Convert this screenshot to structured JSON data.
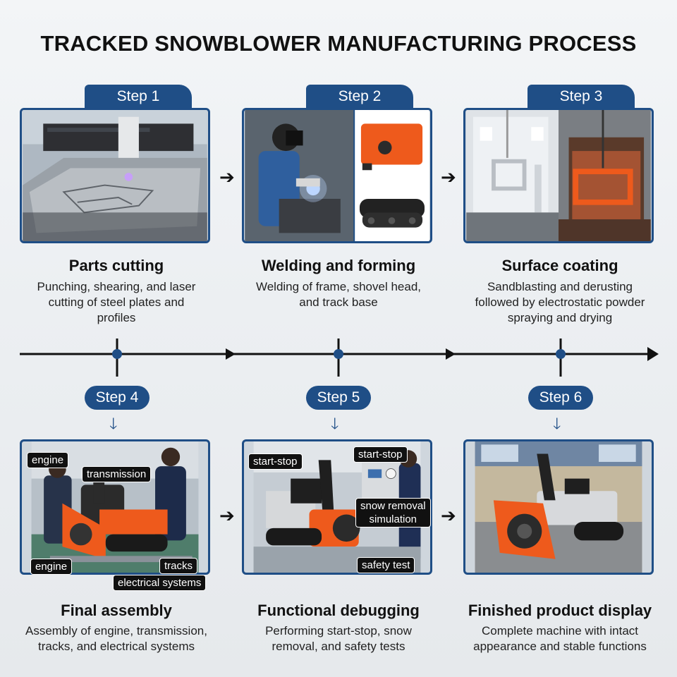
{
  "title": "TRACKED SNOWBLOWER MANUFACTURING PROCESS",
  "colors": {
    "accent": "#1f4e86",
    "machine_orange": "#ee5a1c",
    "text": "#111111"
  },
  "steps": [
    {
      "label": "Step 1",
      "title": "Parts cutting",
      "desc_lines": [
        "Punching, shearing, and laser",
        "cutting of steel plates and",
        "profiles"
      ]
    },
    {
      "label": "Step 2",
      "title": "Welding and forming",
      "desc_lines": [
        "Welding of frame, shovel head,",
        "and track base"
      ]
    },
    {
      "label": "Step 3",
      "title": "Surface coating",
      "desc_lines": [
        "Sandblasting and derusting",
        "followed by electrostatic powder",
        "spraying and drying"
      ]
    },
    {
      "label": "Step 4",
      "title": "Final assembly",
      "desc_lines": [
        "Assembly of engine, transmission,",
        "tracks, and electrical systems"
      ],
      "tags": [
        "engine",
        "transmission",
        "engine",
        "tracks",
        "electrical systems"
      ]
    },
    {
      "label": "Step 5",
      "title": "Functional debugging",
      "desc_lines": [
        "Performing start-stop, snow",
        "removal, and safety tests"
      ],
      "tags": [
        "start-stop",
        "start-stop",
        "snow removal\nsimulation",
        "safety test"
      ]
    },
    {
      "label": "Step 6",
      "title": "Finished product display",
      "desc_lines": [
        "Complete machine with intact",
        "appearance and stable functions"
      ]
    }
  ],
  "icons": {
    "flow_arrow": "right-arrow-icon",
    "step_marker": "down-arrow-icon"
  }
}
